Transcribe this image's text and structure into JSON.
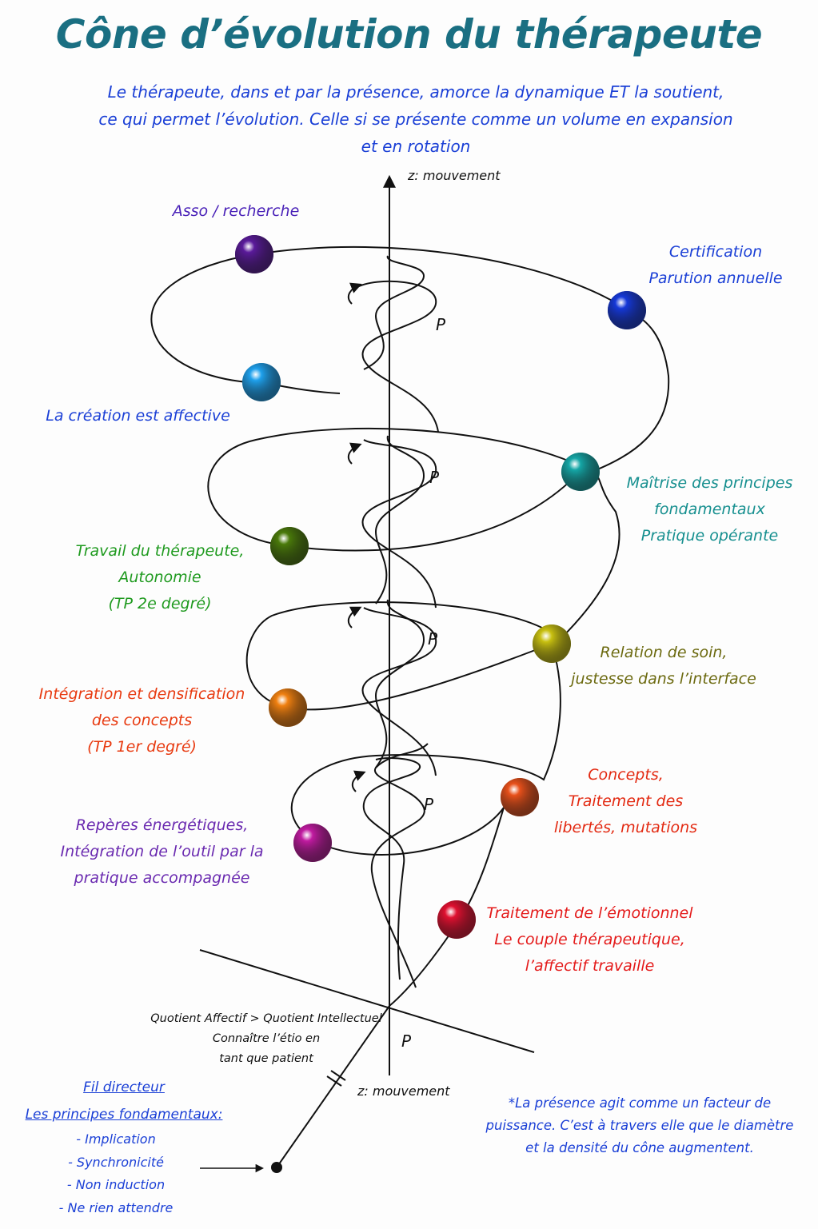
{
  "title": "Cône d’évolution du thérapeute",
  "subtitle": {
    "line1": "Le thérapeute, dans et par la présence, amorce la dynamique ET la soutient,",
    "line2": "ce qui permet l’évolution. Celle si se présente comme un volume en expansion",
    "line3": "et en rotation"
  },
  "axis": {
    "top_label": "z: mouvement",
    "bottom_label": "z: mouvement",
    "origin_label": "P"
  },
  "p_labels": [
    "P",
    "P",
    "P",
    "P"
  ],
  "spheres": [
    {
      "color": "#5a1a9a",
      "label_lines": [
        "Asso / recherche"
      ],
      "label_color": "#4a22b8"
    },
    {
      "color": "#1538d8",
      "label_lines": [
        "Certification",
        "Parution annuelle"
      ],
      "label_color": "#1a3fd6"
    },
    {
      "color": "#1ea0ec",
      "label_lines": [
        "La création est affective"
      ],
      "label_color": "#1a3fd6"
    },
    {
      "color": "#14a6a6",
      "label_lines": [
        "Maîtrise des principes",
        "fondamentaux",
        "Pratique opérante"
      ],
      "label_color": "#168f8f"
    },
    {
      "color": "#4a7a0a",
      "label_lines": [
        "Travail du thérapeute,",
        "Autonomie",
        "(TP 2e degré)"
      ],
      "label_color": "#1f9a1f"
    },
    {
      "color": "#c8c010",
      "label_lines": [
        "Relation de soin,",
        "justesse dans l’interface"
      ],
      "label_color": "#6c6a10"
    },
    {
      "color": "#f08010",
      "label_lines": [
        "Intégration et densification",
        "des concepts",
        "(TP 1er degré)"
      ],
      "label_color": "#e83a10"
    },
    {
      "color": "#e8501a",
      "label_lines": [
        "Concepts,",
        "Traitement des",
        "libertés, mutations"
      ],
      "label_color": "#e32a12"
    },
    {
      "color": "#c01aa0",
      "label_lines": [
        "Repères énergétiques,",
        "Intégration de l’outil par la",
        "pratique accompagnée"
      ],
      "label_color": "#6a2ab0"
    },
    {
      "color": "#e01030",
      "label_lines": [
        "Traitement de l’émotionnel",
        "Le couple thérapeutique,",
        "l’affectif travaille"
      ],
      "label_color": "#e41a1a"
    }
  ],
  "origin_note": [
    "Quotient Affectif > Quotient Intellectuel",
    "Connaître l’étio en",
    "tant que patient"
  ],
  "fil_directeur": {
    "heading1": "Fil directeur",
    "heading2": "Les principes fondamentaux:",
    "heading_color": "#1a3fd6",
    "items": [
      "- Implication",
      "- Synchronicité",
      "- Non induction",
      "- Ne rien attendre"
    ],
    "items_color": "#1a3fd6"
  },
  "footnote": {
    "line1": "*La  présence agit comme un facteur de",
    "line2": "puissance. C’est à travers elle que le diamètre",
    "line3": "et la densité du cône augmentent.",
    "color": "#1a3fd6"
  }
}
